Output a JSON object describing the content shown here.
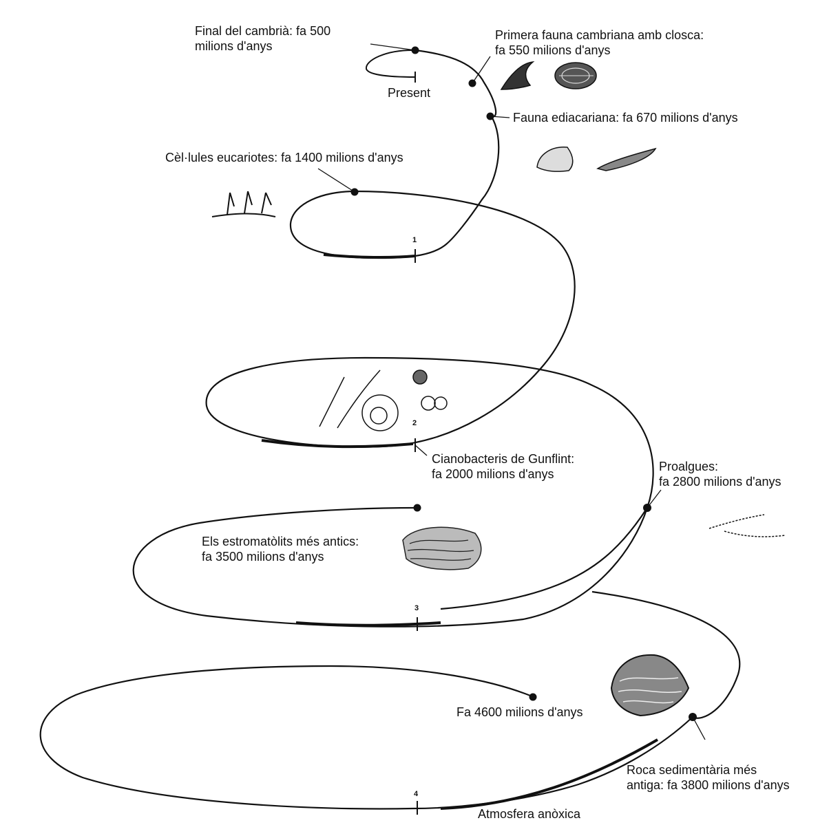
{
  "labels": {
    "cambrian_end": [
      "Final del cambrià: fa 500",
      "milions d'anys"
    ],
    "present": "Present",
    "first_shelled": [
      "Primera fauna cambriana amb closca:",
      "fa 550 milions d'anys"
    ],
    "ediacaran": "Fauna ediacariana: fa 670 milions d'anys",
    "eukaryotes": "Cèl·lules eucariotes: fa 1400 milions d'anys",
    "gunflint": [
      "Cianobacteris de Gunflint:",
      "fa 2000 milions d'anys"
    ],
    "proalgues": [
      "Proalgues:",
      "fa 2800 milions d'anys"
    ],
    "stromatolites": [
      "Els estromatòlits més antics:",
      "fa 3500 milions d'anys"
    ],
    "origin": "Fa 4600 milions d'anys",
    "oldest_rock": [
      "Roca sedimentària més",
      "antiga: fa 3800 milions d'anys"
    ],
    "anoxic": "Atmosfera anòxica"
  },
  "tick_numbers": [
    "1",
    "2",
    "3",
    "4"
  ],
  "icons": [
    "cambrian-shell-icon",
    "trilobite-icon",
    "ediacaran-fauna-icon",
    "eukaryote-filaments-icon",
    "gunflint-microfossils-icon",
    "proalgae-chain-icon",
    "stromatolite-icon",
    "sedimentary-rock-icon"
  ],
  "colors": {
    "line": "#111111",
    "background": "#ffffff"
  }
}
